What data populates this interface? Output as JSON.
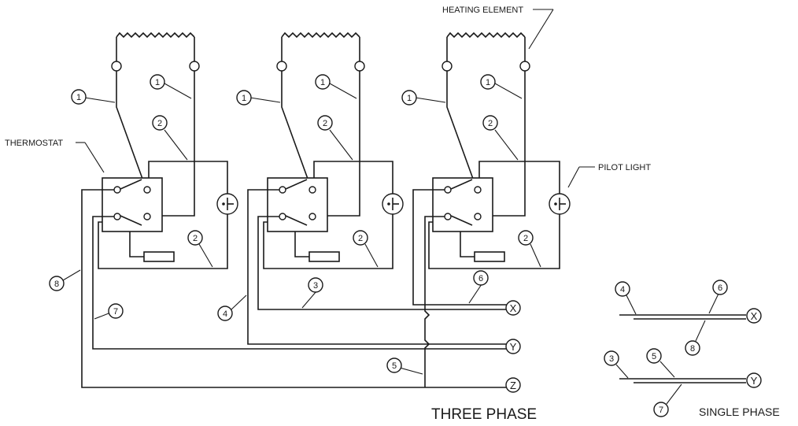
{
  "labels": {
    "heating_element": "HEATING ELEMENT",
    "thermostat": "THERMOSTAT",
    "pilot_light": "PILOT LIGHT",
    "three_phase": "THREE PHASE",
    "single_phase": "SINGLE PHASE"
  },
  "terminals": {
    "x": "X",
    "y": "Y",
    "z": "Z"
  },
  "callouts": {
    "c1": "1",
    "c2": "2",
    "c3": "3",
    "c4": "4",
    "c5": "5",
    "c6": "6",
    "c7": "7",
    "c8": "8"
  }
}
